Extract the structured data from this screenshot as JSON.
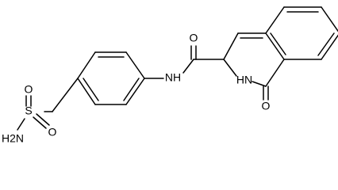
{
  "molecule": {
    "atoms": {
      "carbonyl_oxygen": "O",
      "amide_nh": "NH",
      "ring_nh": "HN",
      "lactam_oxygen": "O",
      "sulfur": "S",
      "sulfonyl_oxygen_top": "O",
      "sulfonyl_oxygen_right": "O",
      "sulfonamide_nh2": "H2N"
    }
  }
}
